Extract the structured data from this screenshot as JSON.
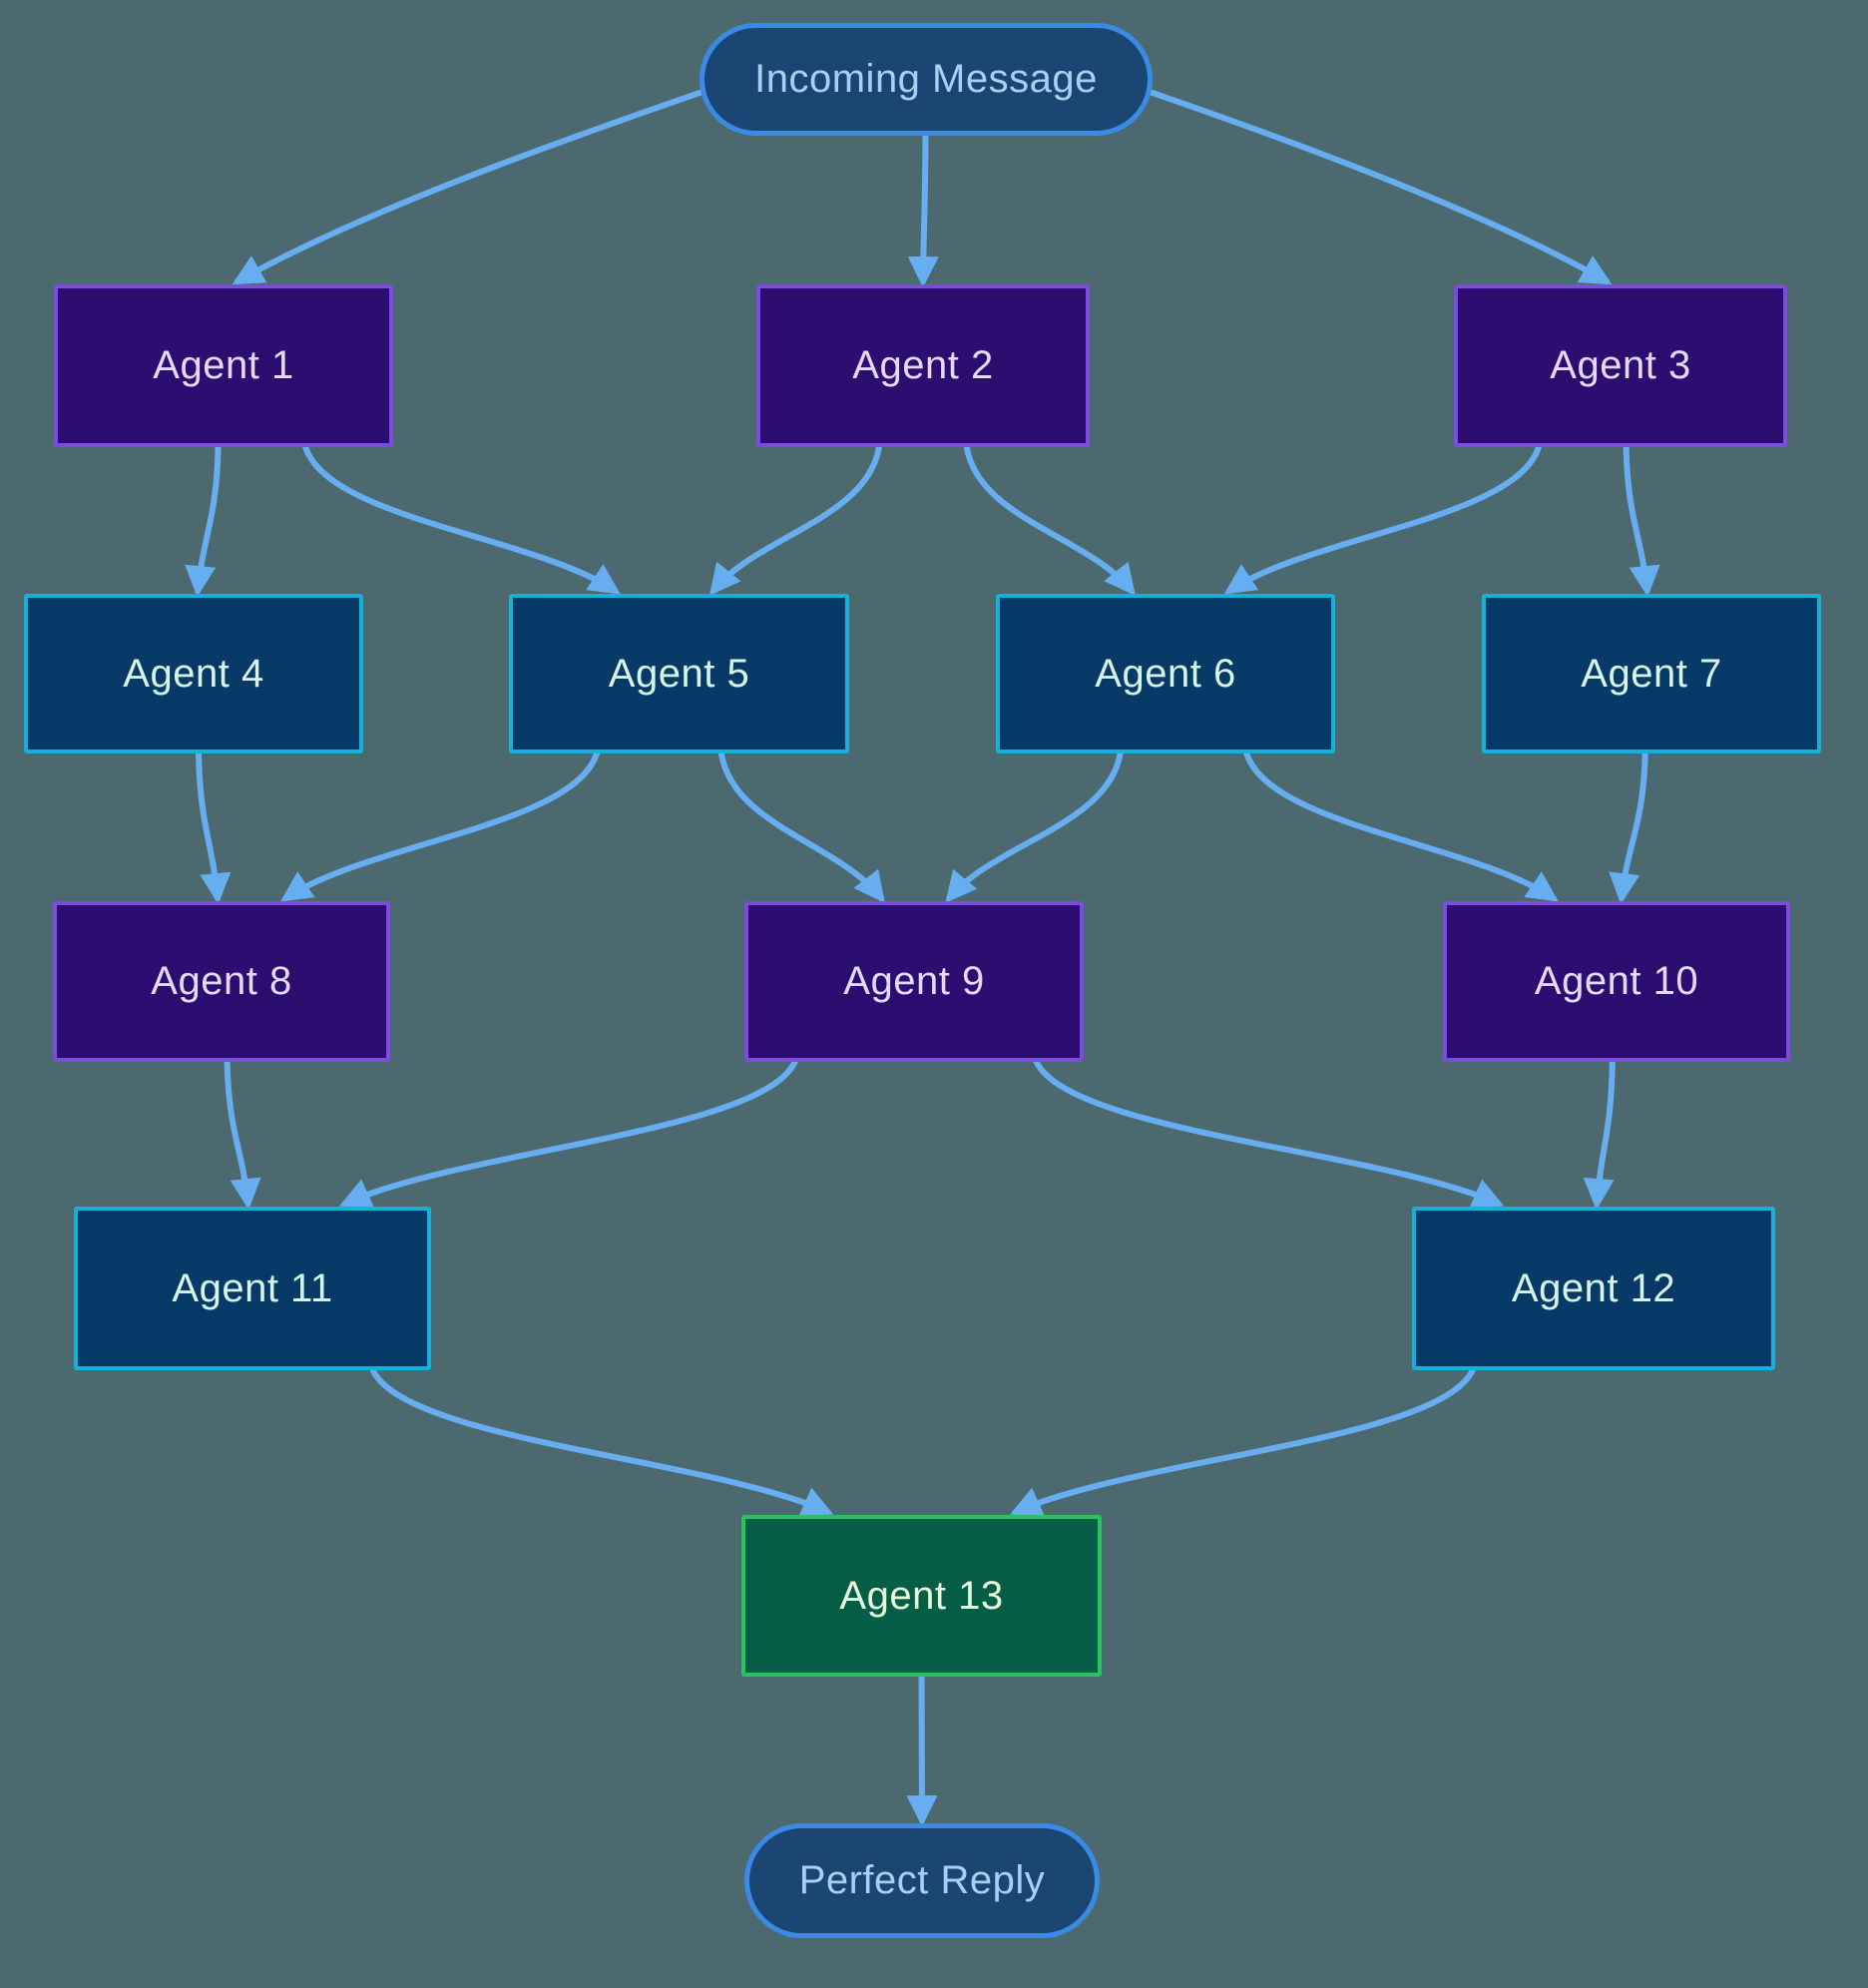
{
  "colors": {
    "background": "#4d6970",
    "arrow": "#66aeef",
    "purple_fill": "#2b0e70",
    "purple_border": "#7c4be0",
    "purple_text": "#e8d8f8",
    "navy_fill": "#073a67",
    "navy_border": "#14b1d9",
    "navy_text": "#d6f4ea",
    "green_fill": "#075e47",
    "green_border": "#2bc161",
    "green_text": "#e8fadd",
    "pill_fill": "#1b4573",
    "pill_border": "#3a8be6",
    "pill_text": "#abcff2"
  },
  "nodes": {
    "start": {
      "label": "Incoming Message",
      "type": "pill"
    },
    "a1": {
      "label": "Agent 1",
      "type": "purple"
    },
    "a2": {
      "label": "Agent 2",
      "type": "purple"
    },
    "a3": {
      "label": "Agent 3",
      "type": "purple"
    },
    "a4": {
      "label": "Agent 4",
      "type": "navy"
    },
    "a5": {
      "label": "Agent 5",
      "type": "navy"
    },
    "a6": {
      "label": "Agent 6",
      "type": "navy"
    },
    "a7": {
      "label": "Agent 7",
      "type": "navy"
    },
    "a8": {
      "label": "Agent 8",
      "type": "purple"
    },
    "a9": {
      "label": "Agent 9",
      "type": "purple"
    },
    "a10": {
      "label": "Agent 10",
      "type": "purple"
    },
    "a11": {
      "label": "Agent 11",
      "type": "navy"
    },
    "a12": {
      "label": "Agent 12",
      "type": "navy"
    },
    "a13": {
      "label": "Agent 13",
      "type": "green"
    },
    "end": {
      "label": "Perfect Reply",
      "type": "pill"
    }
  },
  "edges": [
    {
      "from": "start",
      "to": "a1"
    },
    {
      "from": "start",
      "to": "a2"
    },
    {
      "from": "start",
      "to": "a3"
    },
    {
      "from": "a1",
      "to": "a4"
    },
    {
      "from": "a1",
      "to": "a5"
    },
    {
      "from": "a2",
      "to": "a5"
    },
    {
      "from": "a2",
      "to": "a6"
    },
    {
      "from": "a3",
      "to": "a6"
    },
    {
      "from": "a3",
      "to": "a7"
    },
    {
      "from": "a4",
      "to": "a8"
    },
    {
      "from": "a5",
      "to": "a8"
    },
    {
      "from": "a5",
      "to": "a9"
    },
    {
      "from": "a6",
      "to": "a9"
    },
    {
      "from": "a6",
      "to": "a10"
    },
    {
      "from": "a7",
      "to": "a10"
    },
    {
      "from": "a8",
      "to": "a11"
    },
    {
      "from": "a9",
      "to": "a11"
    },
    {
      "from": "a9",
      "to": "a12"
    },
    {
      "from": "a10",
      "to": "a12"
    },
    {
      "from": "a11",
      "to": "a13"
    },
    {
      "from": "a12",
      "to": "a13"
    },
    {
      "from": "a13",
      "to": "end"
    }
  ]
}
